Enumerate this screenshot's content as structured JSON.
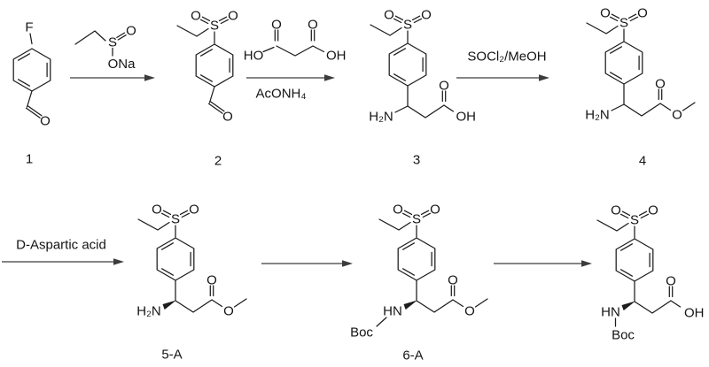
{
  "scheme": {
    "background": "#ffffff",
    "bond_color": "#1c1c1c",
    "arrow_color": "#3c3c3c",
    "atoms": {
      "F": "F",
      "O": "O",
      "S": "S",
      "ONa": "ONa",
      "HO": "HO",
      "OH": "OH",
      "H2N": "H₂N",
      "HN": "HN",
      "Boc": "Boc"
    },
    "reagents": {
      "aconh4": "AcONH₄",
      "socl2_meoh": "SOCl₂/MeOH",
      "d_aspartic_acid": "D-Aspartic acid"
    },
    "compound_labels": {
      "c1": "1",
      "c2": "2",
      "c3": "3",
      "c4": "4",
      "c5a": "5-A",
      "c6a": "6-A"
    }
  }
}
